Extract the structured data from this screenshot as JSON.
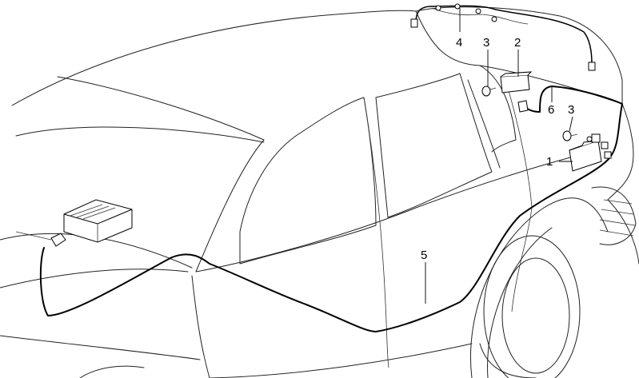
{
  "callouts": [
    {
      "id": "c1",
      "label": "1",
      "part": "antenna-amplifier"
    },
    {
      "id": "c2",
      "label": "2",
      "part": "tailgate-module"
    },
    {
      "id": "c3a",
      "label": "3",
      "part": "screw"
    },
    {
      "id": "c3b",
      "label": "3",
      "part": "screw"
    },
    {
      "id": "c4",
      "label": "4",
      "part": "tailgate-window-harness"
    },
    {
      "id": "c5",
      "label": "5",
      "part": "antenna-cable"
    },
    {
      "id": "c6",
      "label": "6",
      "part": "connecting-cable"
    }
  ],
  "colors": {
    "line": "#222222",
    "cable": "#000000",
    "background": "#ffffff"
  }
}
